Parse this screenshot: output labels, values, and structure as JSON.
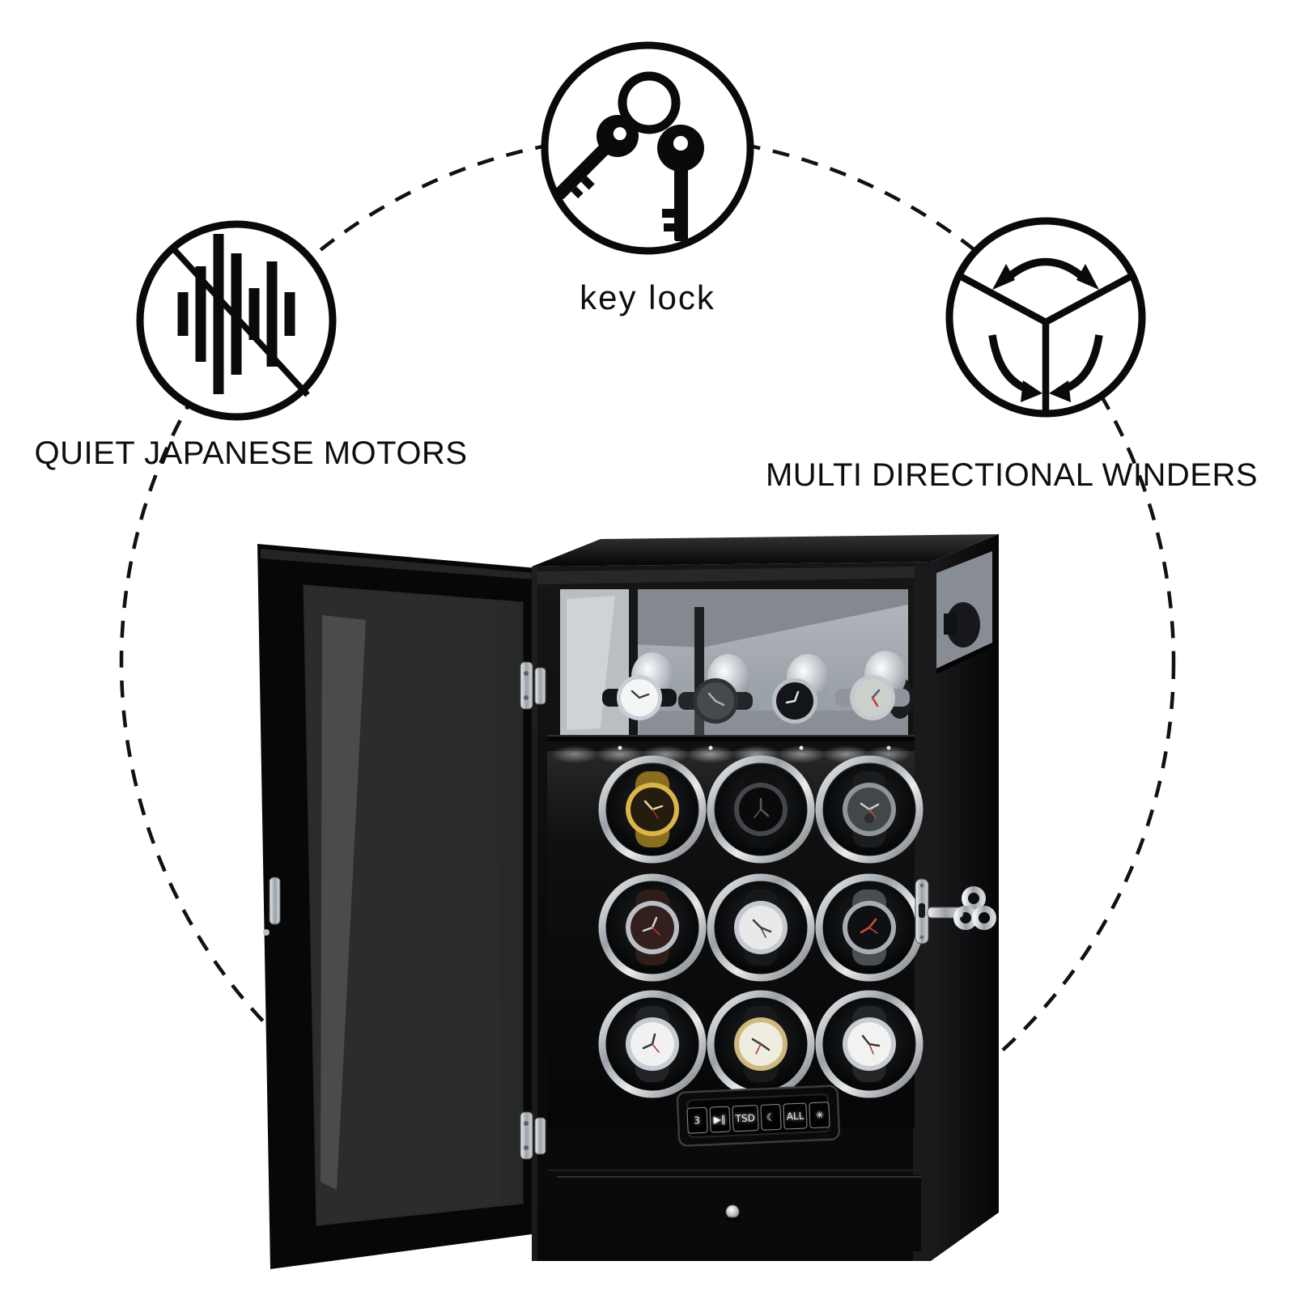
{
  "features": [
    {
      "label": "QUIET JAPANESE MOTORS",
      "icon": "no-sound-icon"
    },
    {
      "label": "key lock",
      "icon": "keys-icon"
    },
    {
      "label": "MULTI DIRECTIONAL WINDERS",
      "icon": "multi-directional-rotation-icon"
    }
  ],
  "control_panel": {
    "buttons": [
      {
        "label": "3"
      },
      {
        "label": "▶∥"
      },
      {
        "label": "TSD"
      },
      {
        "label": "☾"
      },
      {
        "label": "ALL"
      },
      {
        "label": "✳"
      }
    ]
  },
  "display_shelf": {
    "watch_count": 4,
    "watches": [
      {
        "dial": "#f4f5f5",
        "band": "#141517",
        "case": "#c9cfd4",
        "hands": "#3a3f44"
      },
      {
        "dial": "#46494d",
        "band": "#232629",
        "case": "#2e3237",
        "hands": "#aab0b5"
      },
      {
        "dial": "#131519",
        "band": "#9aa1a8",
        "case": "#b9c0c6",
        "hands": "#dfe3e6"
      },
      {
        "dial": "#ccd0cd",
        "band": "#8f959b",
        "case": "#c3c9cf",
        "hands": "#565b60"
      }
    ]
  },
  "winder_grid": {
    "rows": 3,
    "cols": 3,
    "pods": [
      {
        "strap": "#8a6d1f",
        "case": "#d9b54a",
        "dial": "#241c0e",
        "hands": "#e8d9a0",
        "accent": "#b03030"
      },
      {
        "strap": "#0f1012",
        "case": "#43474b",
        "dial": "#0a0a0b",
        "hands": "#555a60",
        "accent": "#555a60"
      },
      {
        "strap": "#1a1c1e",
        "case": "#8f959b",
        "dial": "#43474a",
        "hands": "#c9ced2",
        "accent": "#c94f3f"
      },
      {
        "strap": "#2e1d18",
        "case": "#b9bfc5",
        "dial": "#33201e",
        "hands": "#d0d4d8",
        "accent": "#c0392b"
      },
      {
        "strap": "#17181a",
        "case": "#c3c9cf",
        "dial": "#e8e9e8",
        "hands": "#3a3e42",
        "accent": "#3a3e42"
      },
      {
        "strap": "#4a4e53",
        "case": "#a7adb3",
        "dial": "#0e1013",
        "hands": "#d44a3a",
        "accent": "#d44a3a"
      },
      {
        "strap": "#202226",
        "case": "#c6ccd2",
        "dial": "#f0f1f0",
        "hands": "#2f3337",
        "accent": "#b03030"
      },
      {
        "strap": "#191a1c",
        "case": "#cdb97e",
        "dial": "#efece0",
        "hands": "#3c3f43",
        "accent": "#b03030"
      },
      {
        "strap": "#232527",
        "case": "#c6ccd2",
        "dial": "#f2f2f0",
        "hands": "#34383c",
        "accent": "#b03030"
      }
    ]
  },
  "colors": {
    "background": "#ffffff",
    "line": "#111111",
    "cabinet": "#0b0b0b",
    "glass": "#a9aeb3",
    "chrome": "#c9ced3"
  }
}
